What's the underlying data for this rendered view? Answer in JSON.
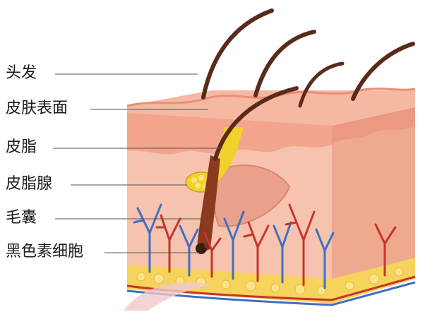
{
  "labels": {
    "hair": "头发",
    "skin_surface": "皮肤表面",
    "sebum": "皮脂",
    "sebaceous_gland": "皮脂腺",
    "hair_follicle": "毛囊",
    "melanocyte": "黑色素细胞"
  },
  "colors": {
    "epidermis": "#f3a48c",
    "skin_top": "#f5b9a2",
    "dermis": "#f6c3ae",
    "dermis_side": "#efa98f",
    "fat": "#f6d35a",
    "hair": "#5a2a1a",
    "sebum": "#f2d12a",
    "vessel_red": "#c8342c",
    "vessel_blue": "#3f6fc4",
    "watermark": "#f0c9c9"
  }
}
